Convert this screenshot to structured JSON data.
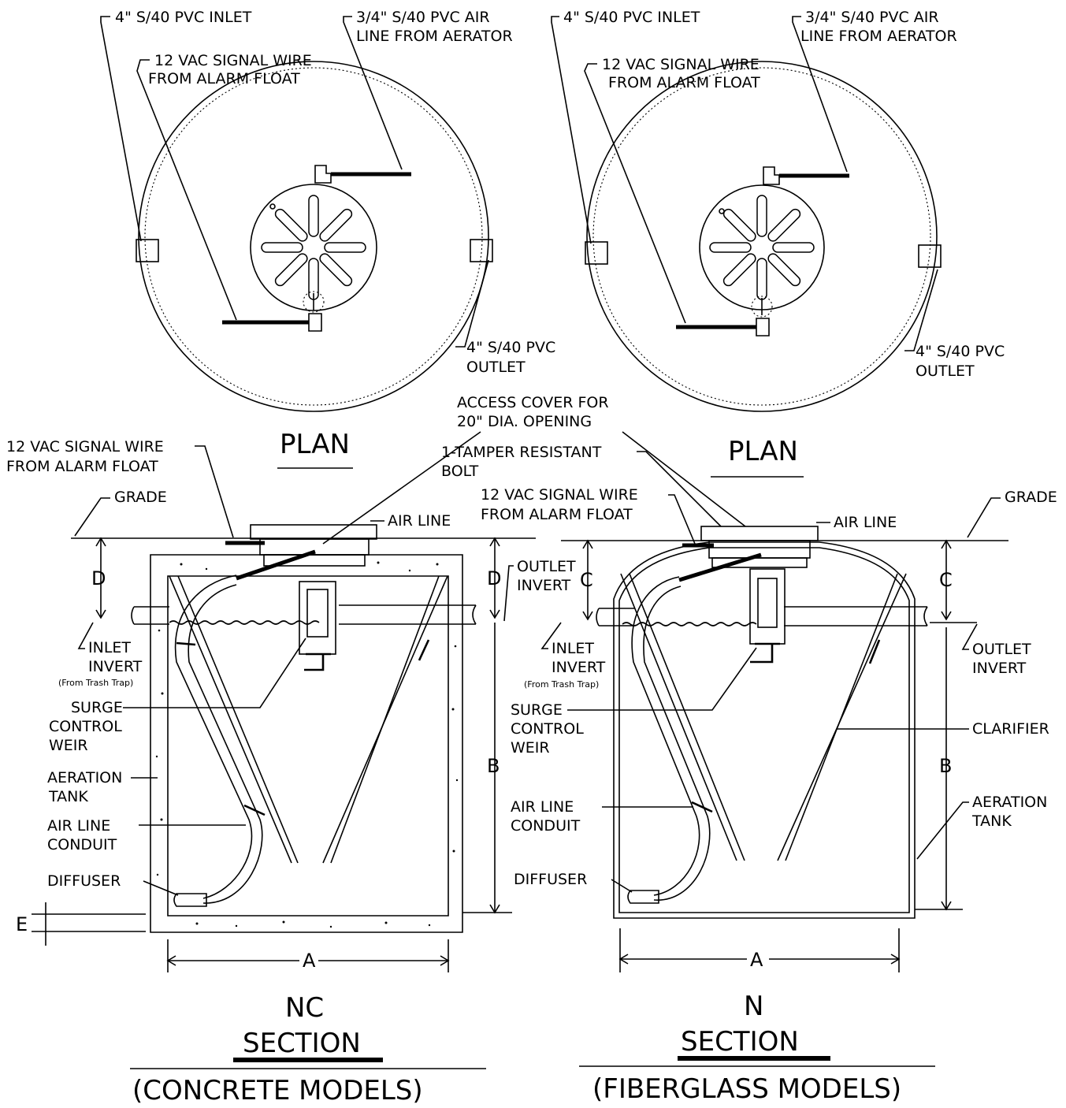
{
  "plan_left": {
    "inlet": "4\" S/40 PVC INLET",
    "air_line_1": "3/4\" S/40 PVC AIR",
    "air_line_2": "LINE FROM AERATOR",
    "signal_1": "12 VAC SIGNAL WIRE",
    "signal_2": "FROM ALARM FLOAT",
    "outlet_1": "4\" S/40 PVC",
    "outlet_2": "OUTLET",
    "title": "PLAN"
  },
  "plan_right": {
    "inlet": "4\" S/40 PVC INLET",
    "air_line_1": "3/4\" S/40 PVC AIR",
    "air_line_2": "LINE FROM AERATOR",
    "signal_1": "12 VAC SIGNAL WIRE",
    "signal_2": "FROM ALARM FLOAT",
    "outlet_1": "4\" S/40 PVC",
    "outlet_2": "OUTLET",
    "title": "PLAN"
  },
  "shared": {
    "access_1": "ACCESS COVER FOR",
    "access_2": "20\" DIA. OPENING",
    "bolt_1": "1-TAMPER RESISTANT",
    "bolt_2": "BOLT"
  },
  "section_left": {
    "signal_1": "12 VAC SIGNAL WIRE",
    "signal_2": "FROM ALARM FLOAT",
    "grade": "GRADE",
    "air_line": "AIR LINE",
    "dim_d_left": "D",
    "dim_d_right": "D",
    "outlet_invert_1": "OUTLET",
    "outlet_invert_2": "INVERT",
    "inlet_invert_1": "INLET",
    "inlet_invert_2": "INVERT",
    "from_trash": "(From Trash Trap)",
    "surge_1": "SURGE",
    "surge_2": "CONTROL",
    "surge_3": "WEIR",
    "aeration_1": "AERATION",
    "aeration_2": "TANK",
    "conduit_1": "AIR LINE",
    "conduit_2": "CONDUIT",
    "diffuser": "DIFFUSER",
    "dim_b": "B",
    "dim_e": "E",
    "dim_a": "A",
    "model": "NC",
    "section": "SECTION",
    "models": "(CONCRETE MODELS)"
  },
  "section_right": {
    "signal_1": "12 VAC SIGNAL WIRE",
    "signal_2": "FROM ALARM FLOAT",
    "grade": "GRADE",
    "air_line": "AIR LINE",
    "dim_c_left": "C",
    "dim_c_right": "C",
    "inlet_invert_1": "INLET",
    "inlet_invert_2": "INVERT",
    "from_trash": "(From Trash Trap)",
    "outlet_invert_1": "OUTLET",
    "outlet_invert_2": "INVERT",
    "surge_1": "SURGE",
    "surge_2": "CONTROL",
    "surge_3": "WEIR",
    "clarifier": "CLARIFIER",
    "conduit_1": "AIR LINE",
    "conduit_2": "CONDUIT",
    "aeration_1": "AERATION",
    "aeration_2": "TANK",
    "diffuser": "DIFFUSER",
    "dim_b": "B",
    "dim_a": "A",
    "model": "N",
    "section": "SECTION",
    "models": "(FIBERGLASS MODELS)"
  }
}
